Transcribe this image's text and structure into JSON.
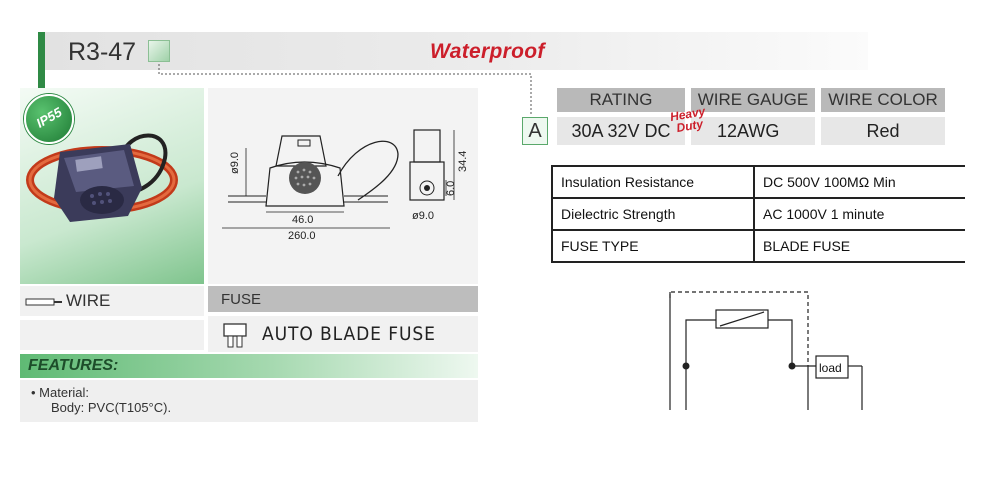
{
  "header": {
    "model": "R3-47",
    "title": "Waterproof",
    "accent_color": "#2f8a45",
    "title_color": "#cc1f2b"
  },
  "product_photo": {
    "badge": "IP55"
  },
  "drawing": {
    "dims": {
      "wire_dia_left": "ø9.0",
      "body_length": "46.0",
      "total_length": "260.0",
      "height": "34.4",
      "depth": "6.0",
      "wire_dia_right": "ø9.0"
    }
  },
  "wire": {
    "label": "WIRE"
  },
  "fuse": {
    "heading": "FUSE",
    "type": "AUTO  BLADE  FUSE"
  },
  "features": {
    "title": "FEATURES:",
    "line1": "• Material:",
    "line2": "Body: PVC(T105°C)."
  },
  "specs": {
    "headers": [
      "RATING",
      "WIRE GAUGE",
      "WIRE COLOR"
    ],
    "row_letter": "A",
    "values": [
      "30A 32V DC",
      "12AWG",
      "Red"
    ],
    "gauge_note": [
      "Heavy",
      "Duty"
    ]
  },
  "electrical": [
    {
      "name": "Insulation Resistance",
      "value": "DC 500V 100MΩ Min"
    },
    {
      "name": "Dielectric Strength",
      "value": "AC 1000V 1 minute"
    },
    {
      "name": "FUSE TYPE",
      "value": "BLADE FUSE"
    }
  ],
  "circuit": {
    "load_label": "load"
  }
}
